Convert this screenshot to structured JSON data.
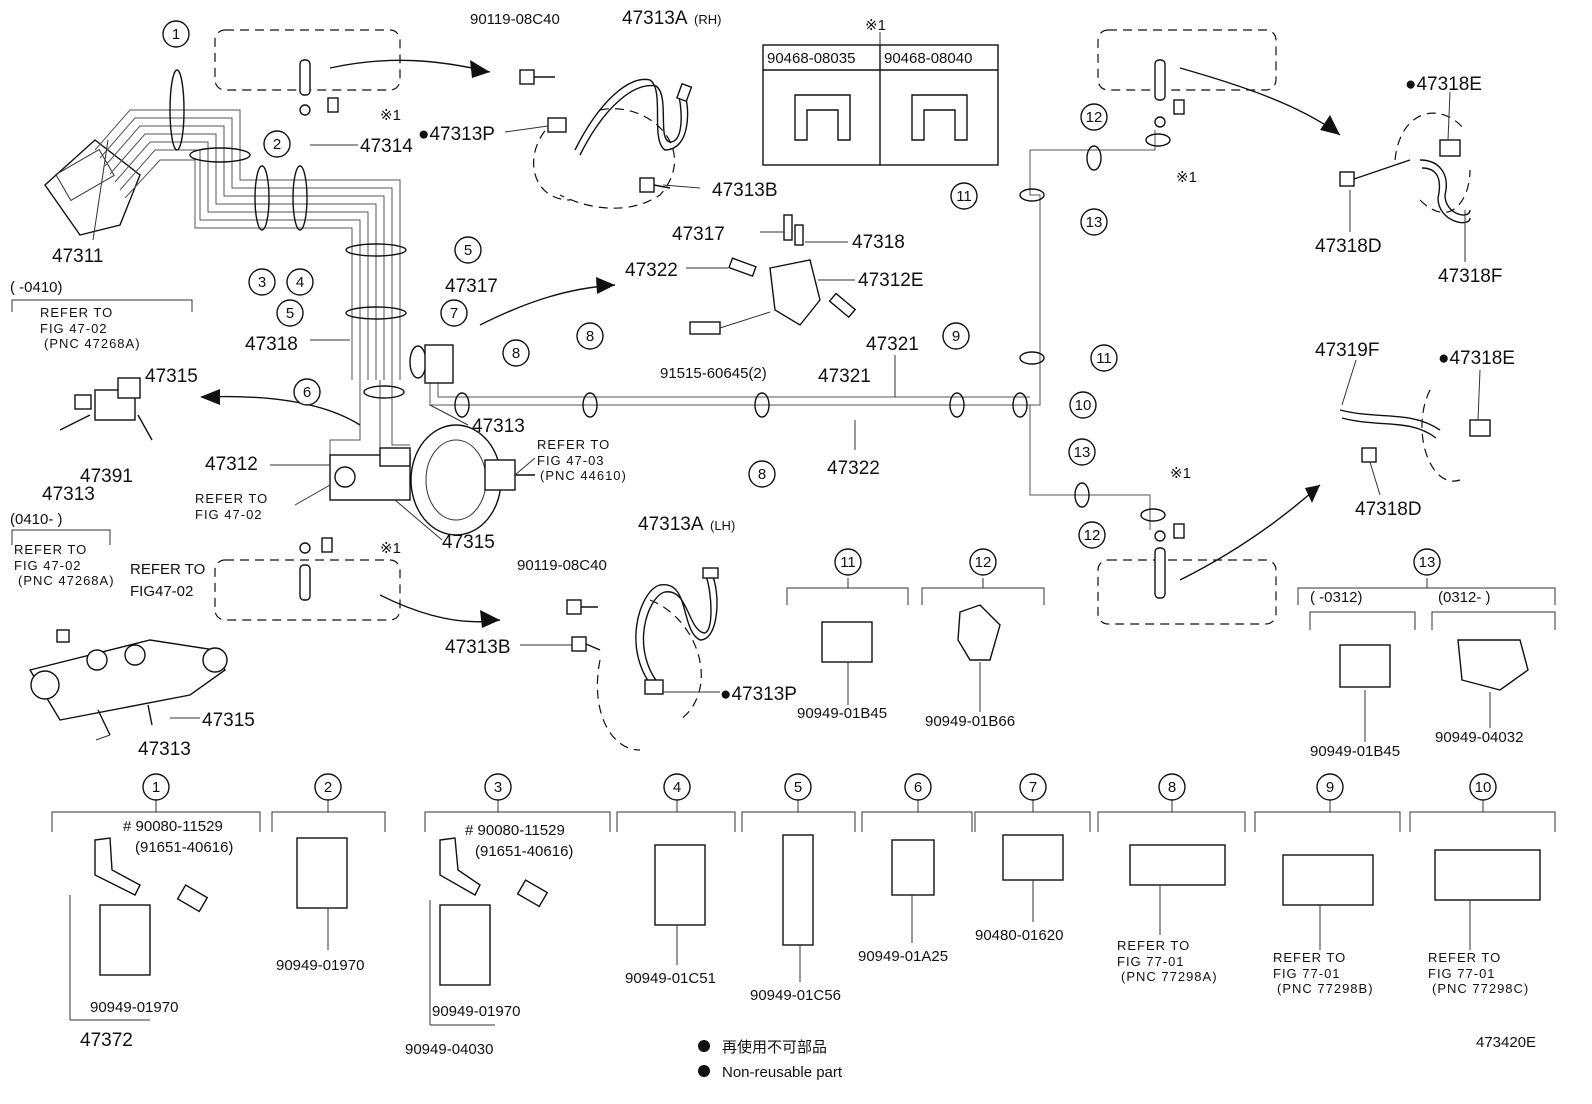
{
  "diagram": {
    "figure_code": "473420E",
    "note_mark": "※1",
    "washer_table": {
      "header": [
        "90468-08035",
        "90468-08040"
      ]
    },
    "legend": {
      "jp": "再使用不可部品",
      "en": "Non-reusable part"
    },
    "labels": {
      "p47311": "47311",
      "p47314": "47314",
      "p47313P_top": "●47313P",
      "p47313P_bot": "●47313P",
      "p90119_top": "90119-08C40",
      "p90119_bot": "90119-08C40",
      "p47313A_rh": "47313A",
      "rh": "(RH)",
      "p47313A_lh": "47313A",
      "lh": "(LH)",
      "p47313B_top": "47313B",
      "p47313B_bot": "47313B",
      "p47317_a": "47317",
      "p47318_a": "47318",
      "p47317_b": "47317",
      "p47318_b": "47318",
      "p47322_a": "47322",
      "p47312E": "47312E",
      "p91515": "91515-60645(2)",
      "p47321_a": "47321",
      "p47321_b": "47321",
      "p47313_mid": "47313",
      "p47322_b": "47322",
      "p47312": "47312",
      "p47315_mid": "47315",
      "p47318E_top": "●47318E",
      "p47318D_top": "47318D",
      "p47318F": "47318F",
      "p47319F": "47319F",
      "p47318E_bot": "●47318E",
      "p47318D_bot": "47318D",
      "p47315_l1": "47315",
      "p47391": "47391",
      "p47313_l1": "47313",
      "p47315_l2": "47315",
      "p47313_l2": "47313",
      "range_a": "(      -0410)",
      "range_b": "(0410-      )",
      "range_c": "(      -0312)",
      "range_d": "(0312-      )",
      "p90949_01B45_a": "90949-01B45",
      "p90949_01B66": "90949-01B66",
      "p90949_01B45_b": "90949-01B45",
      "p90949_04032": "90949-04032",
      "clamp1_a": "# 90080-11529",
      "clamp1_b": "(91651-40616)",
      "clamp1_c": "90949-01970",
      "clamp1_d": "47372",
      "clamp2": "90949-01970",
      "clamp3_a": "# 90080-11529",
      "clamp3_b": "(91651-40616)",
      "clamp3_c": "90949-01970",
      "clamp3_d": "90949-04030",
      "clamp4": "90949-01C51",
      "clamp5": "90949-01C56",
      "clamp6": "90949-01A25",
      "clamp7": "90480-01620"
    },
    "refs": {
      "r_47_02_pnc_a": [
        "REFER TO",
        "FIG 47-02",
        "(PNC 47268A)"
      ],
      "r_47_02_pnc_b": [
        "REFER TO",
        "FIG 47-02",
        "(PNC 47268A)"
      ],
      "r_47_03": [
        "REFER TO",
        "FIG 47-03",
        "(PNC 44610)"
      ],
      "r_47_02_mid": [
        "REFER TO",
        "FIG 47-02"
      ],
      "r_47_02_cyl": [
        "REFER TO",
        "FIG47-02"
      ],
      "r_77_01_a": [
        "REFER TO",
        "FIG 77-01",
        "(PNC 77298A)"
      ],
      "r_77_01_b": [
        "REFER TO",
        "FIG 77-01",
        "(PNC 77298B)"
      ],
      "r_77_01_c": [
        "REFER TO",
        "FIG 77-01",
        "(PNC 77298C)"
      ]
    },
    "circled": [
      "1",
      "2",
      "3",
      "4",
      "5",
      "6",
      "7",
      "8",
      "9",
      "10",
      "11",
      "12",
      "13"
    ]
  }
}
